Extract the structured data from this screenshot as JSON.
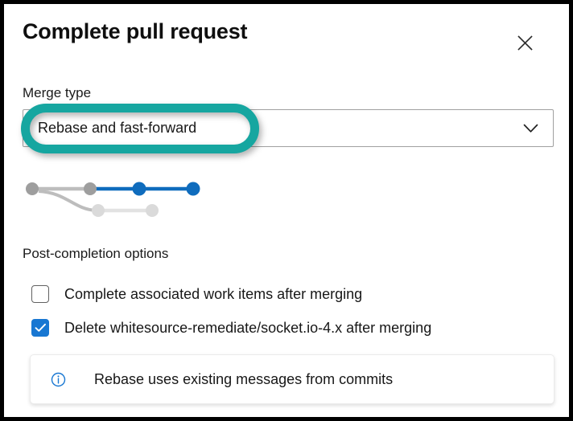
{
  "dialog": {
    "title": "Complete pull request",
    "close_icon": "close-icon"
  },
  "merge_type": {
    "label": "Merge type",
    "selected_value": "Rebase and fast-forward",
    "chevron_icon": "chevron-down-icon",
    "highlight_color": "#16a6a0"
  },
  "commit_graph": {
    "node_gray": "#9e9e9e",
    "node_light": "#dadada",
    "node_blue": "#0f6cbd",
    "line_blue": "#0f6cbd",
    "line_gray": "#bdbdbd",
    "line_light": "#e2e2e2"
  },
  "post_completion": {
    "label": "Post-completion options",
    "options": [
      {
        "label": "Complete associated work items after merging",
        "checked": false
      },
      {
        "label": "Delete whitesource-remediate/socket.io-4.x after merging",
        "checked": true
      }
    ],
    "checkbox_accent": "#1877d2"
  },
  "info_banner": {
    "icon": "info-circle-icon",
    "message": "Rebase uses existing messages from commits",
    "icon_color": "#1877d2"
  }
}
